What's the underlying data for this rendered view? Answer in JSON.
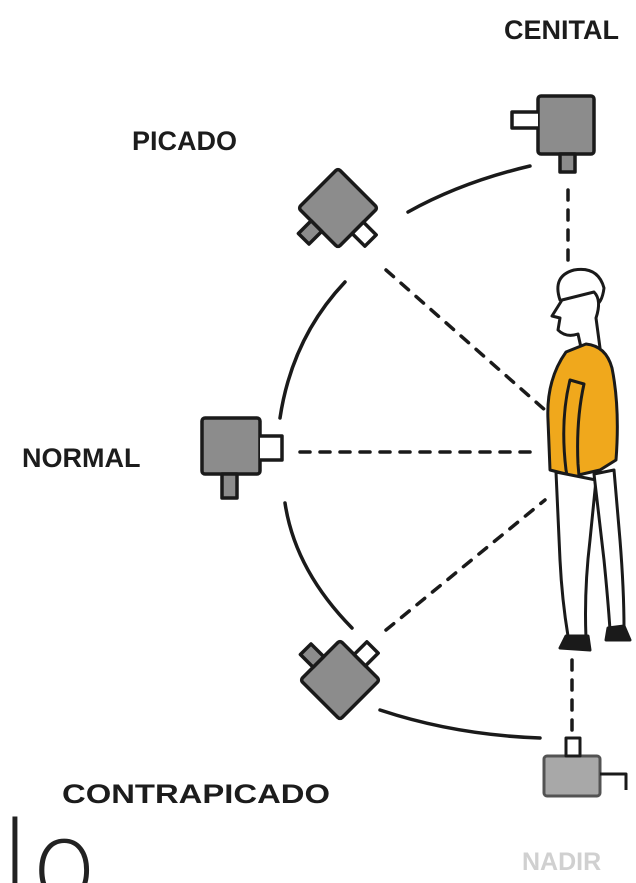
{
  "labels": {
    "cenital": "CENITAL",
    "picado": "PICADO",
    "normal": "NORMAL",
    "contrapicado": "CONTRAPICADO",
    "nadir": "NADIR"
  },
  "cropped_text": "lo",
  "colors": {
    "camera_body": "#8c8c8c",
    "camera_stroke": "#1a1a1a",
    "shirt": "#f0a81c",
    "line": "#1a1a1a",
    "faded_label": "#d0d0d0"
  },
  "icons": [
    "camera-icon",
    "person-figure"
  ]
}
